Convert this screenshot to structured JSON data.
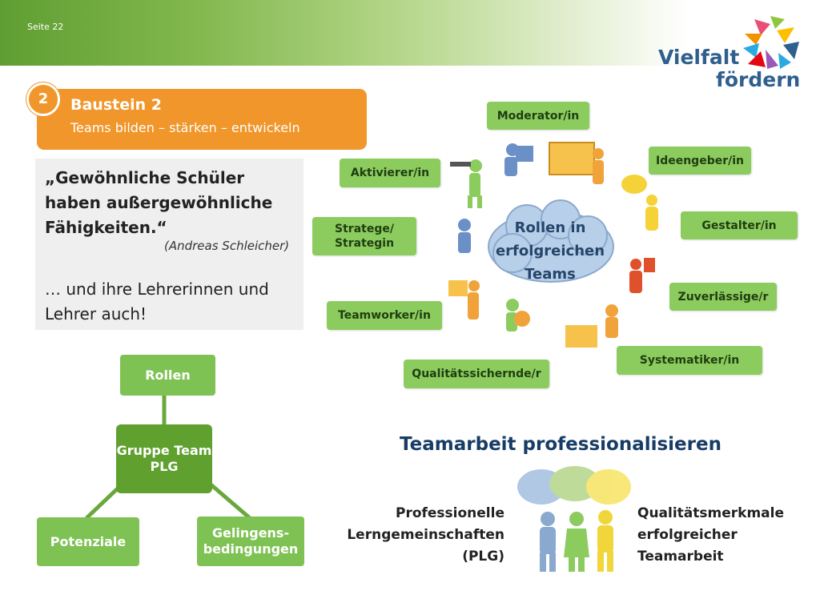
{
  "header": {
    "page_label": "Seite 22",
    "logo": {
      "line1": "Vielfalt",
      "line2": "fördern"
    }
  },
  "banner": {
    "number": "2",
    "title": "Baustein 2",
    "subtitle": "Teams bilden – stärken – entwickeln"
  },
  "quote": {
    "text": "„Gewöhnliche Schüler haben außergewöhnliche Fähigkeiten.“",
    "author": "(Andreas Schleicher)",
    "addition": "… und ihre Lehrerinnen und Lehrer auch!"
  },
  "diagram": {
    "rollen": "Rollen",
    "center": "Gruppe Team PLG",
    "potenziale": "Potenziale",
    "gelingen": "Gelingens-bedingungen"
  },
  "roles": {
    "center": "Rollen in erfolgreichen Teams",
    "items": [
      "Moderator/in",
      "Ideengeber/in",
      "Gestalter/in",
      "Zuverlässige/r",
      "Systematiker/in",
      "Qualitätssichernde/r",
      "Teamworker/in",
      "Stratege/ Strategin",
      "Aktivierer/in"
    ]
  },
  "teamwork": {
    "title": "Teamarbeit professionalisieren",
    "left": "Professionelle Lerngemeinschaften (PLG)",
    "right": "Qualitätsmerkmale erfolgreicher Teamarbeit"
  },
  "colors": {
    "orange": "#f0962a",
    "green": "#7ec253",
    "role_green": "#8ccc5f",
    "navy": "#173c66"
  }
}
